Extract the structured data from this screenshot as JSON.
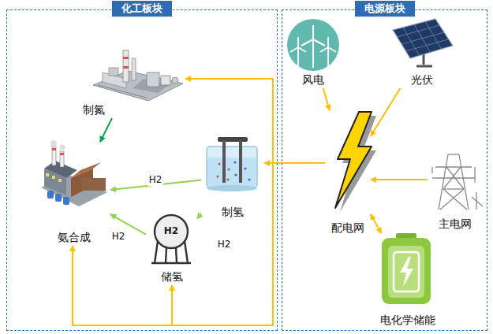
{
  "diagram": {
    "nodes": [
      {
        "text": [
          "化工板块"
        ]
      },
      {
        "text": [
          "电源板块"
        ]
      },
      {
        "text": [
          "制氮"
        ],
        "in": 0
      },
      {
        "text": [
          "氨合成"
        ],
        "in": 0
      },
      {
        "text": [
          "制氢"
        ],
        "in": 0
      },
      {
        "text": [
          "储氢"
        ],
        "in": 0
      },
      {
        "text": [
          "风电"
        ],
        "in": 1
      },
      {
        "text": [
          "光伏"
        ],
        "in": 1
      },
      {
        "text": [
          "配电网"
        ],
        "in": 1
      },
      {
        "text": [
          "主电网"
        ],
        "in": 1
      },
      {
        "text": [
          "电化学储能"
        ],
        "in": 1
      }
    ],
    "edges": [
      {
        "from": 6,
        "to": 8,
        "arrow": "to"
      },
      {
        "from": 7,
        "to": 8,
        "arrow": "to"
      },
      {
        "from": 9,
        "to": 8,
        "arrow": "to"
      },
      {
        "from": 8,
        "to": 10,
        "arrow": "both"
      },
      {
        "from": 8,
        "to": 4,
        "arrow": "to"
      },
      {
        "from": 8,
        "to": 2,
        "arrow": "to"
      },
      {
        "from": 8,
        "to": 3,
        "arrow": "to"
      },
      {
        "from": 8,
        "to": 5,
        "arrow": "to"
      },
      {
        "from": 2,
        "to": 3,
        "arrow": "to"
      },
      {
        "from": 4,
        "to": 3,
        "label": "H2",
        "arrow": "to"
      },
      {
        "from": 4,
        "to": 5,
        "label": "H2",
        "arrow": "to"
      },
      {
        "from": 5,
        "to": 3,
        "label": "H2",
        "arrow": "to"
      }
    ],
    "labels": [
      "H2"
    ]
  }
}
